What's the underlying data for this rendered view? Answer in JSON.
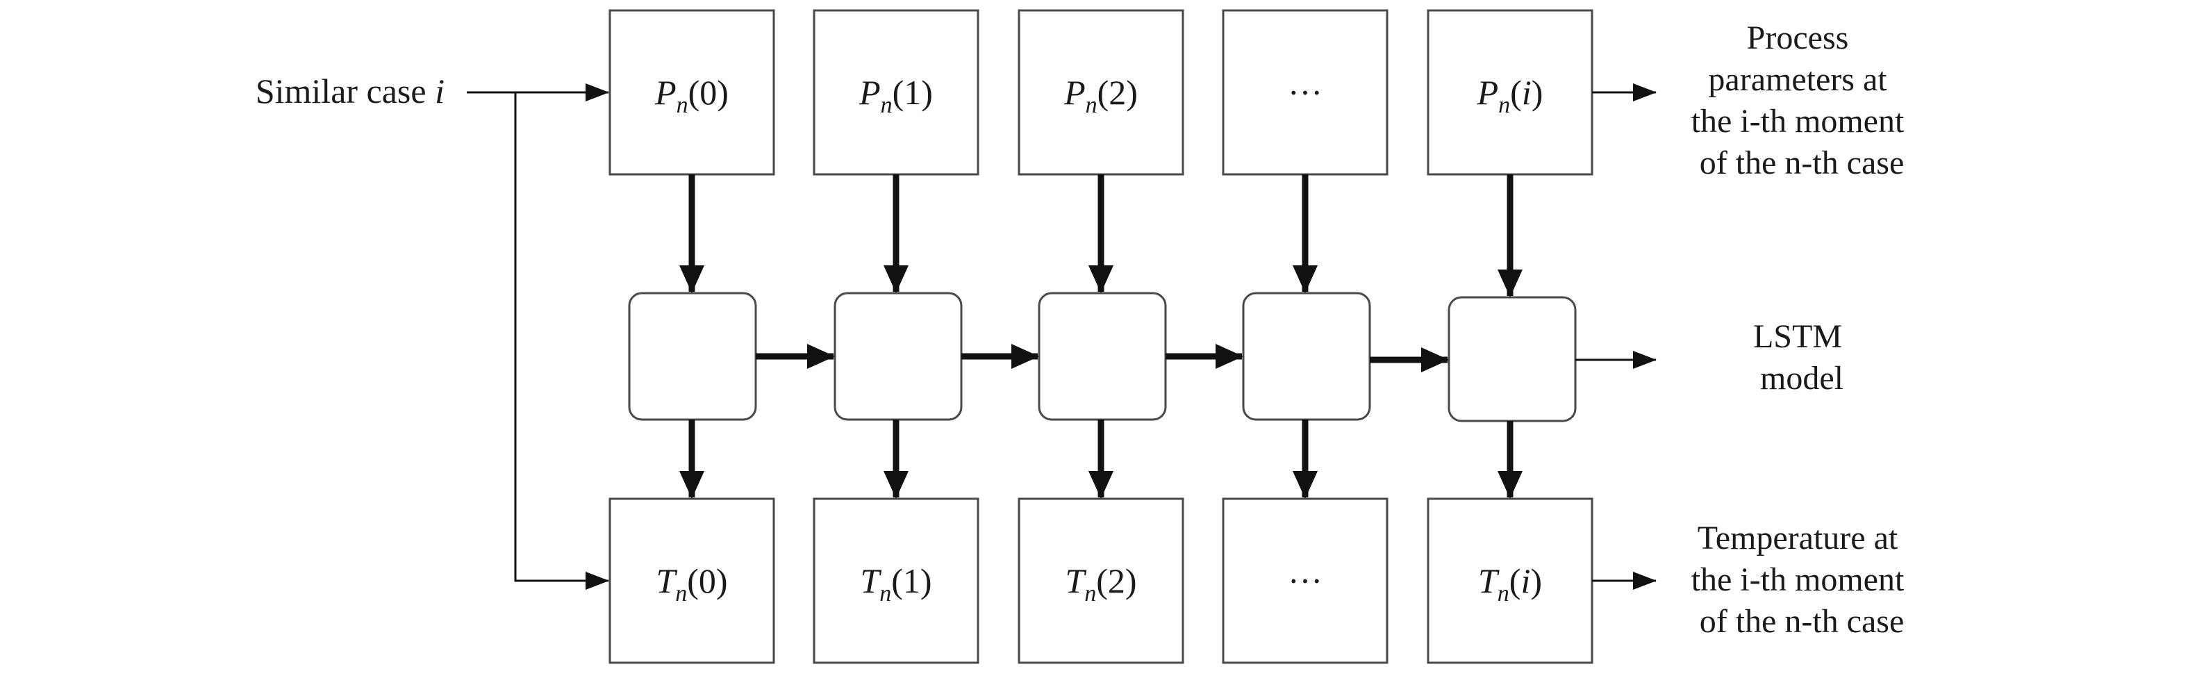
{
  "input_label": {
    "text": "Similar case ",
    "var": "i"
  },
  "p_boxes": [
    {
      "sym": "P",
      "sub": "n",
      "arg": "0"
    },
    {
      "sym": "P",
      "sub": "n",
      "arg": "1"
    },
    {
      "sym": "P",
      "sub": "n",
      "arg": "2"
    },
    {
      "ellipsis": "···"
    },
    {
      "sym": "P",
      "sub": "n",
      "arg": "i"
    }
  ],
  "t_boxes": [
    {
      "sym": "T",
      "sub": "n",
      "arg": "0"
    },
    {
      "sym": "T",
      "sub": "n",
      "arg": "1"
    },
    {
      "sym": "T",
      "sub": "n",
      "arg": "2"
    },
    {
      "ellipsis": "···"
    },
    {
      "sym": "T",
      "sub": "n",
      "arg": "i"
    }
  ],
  "right_labels": {
    "process": [
      "Process",
      "parameters at",
      "the i-th moment",
      "of the n-th case"
    ],
    "lstm": [
      "LSTM",
      "model"
    ],
    "temperature": [
      "Temperature at",
      "the i-th moment",
      "of the n-th case"
    ]
  },
  "colors": {
    "line": "#111111",
    "box_border": "#4a4a4a",
    "text": "#1a1a1a"
  }
}
